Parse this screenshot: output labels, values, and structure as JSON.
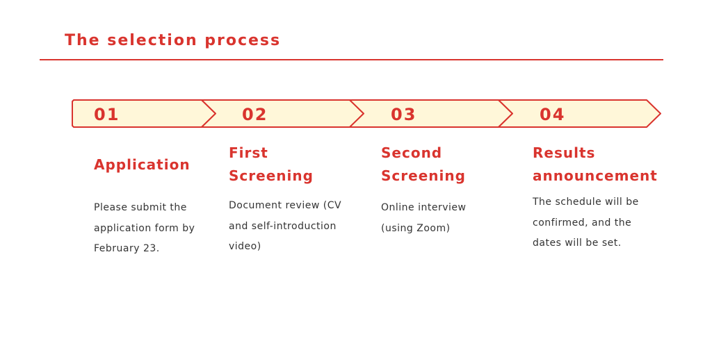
{
  "colors": {
    "accent": "#d9342e",
    "fill": "#fff7d9",
    "text": "#333333"
  },
  "header": {
    "title": "The selection process"
  },
  "steps": [
    {
      "number": "01",
      "title": "Application",
      "description": "Please submit the\napplication form by\nFebruary 23."
    },
    {
      "number": "02",
      "title": "First\nScreening",
      "description": "Document review (CV\nand self-introduction\nvideo)"
    },
    {
      "number": "03",
      "title": "Second\nScreening",
      "description": "Online interview\n(using Zoom)"
    },
    {
      "number": "04",
      "title": "Results\nannouncement",
      "description": "The schedule will be\nconfirmed, and the\ndates will be set."
    }
  ]
}
